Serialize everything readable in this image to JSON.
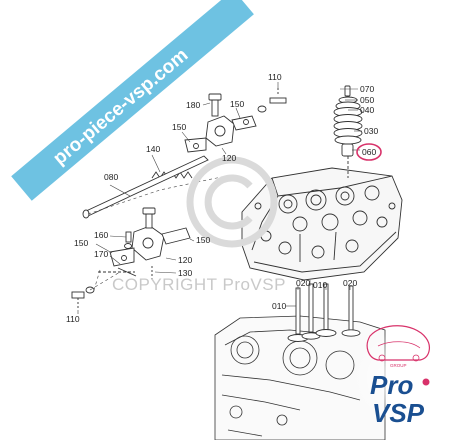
{
  "banner": {
    "text": "pro-piece-vsp.com",
    "color": "#6ec2e2"
  },
  "watermark": {
    "text": "COPYRIGHT ProVSP",
    "symbol": "©"
  },
  "callouts": {
    "c070": "070",
    "c050": "050",
    "c040": "040",
    "c030": "030",
    "c060": "060",
    "c110a": "110",
    "c180": "180",
    "c150a": "150",
    "c150b": "150",
    "c140": "140",
    "c120a": "120",
    "c080": "080",
    "c160": "160",
    "c150c": "150",
    "c170": "170",
    "c150d": "150",
    "c120b": "120",
    "c130": "130",
    "c110b": "110",
    "c010a": "010",
    "c020a": "020",
    "c010b": "010",
    "c020b": "020"
  },
  "highlight": {
    "part": "060",
    "color": "#d8326a"
  },
  "logo": {
    "group_text": "GROUP",
    "line1": "Pro",
    "line2": "VSP",
    "brand_blue": "#1a4f91",
    "brand_pink": "#d8326a"
  }
}
